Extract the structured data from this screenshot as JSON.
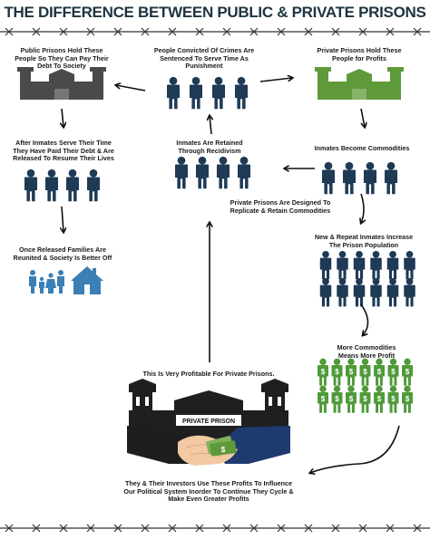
{
  "title": "THE DIFFERENCE BETWEEN PUBLIC & PRIVATE PRISONS",
  "labels": {
    "public_prison": "Public Prisons Hold These People So They Can Pay Their Debt To Society",
    "convicted": "People Convicted Of Crimes Are Sentenced To Serve Time As Punishment",
    "private_prison": "Private Prisons Hold These People for Profits",
    "after_serve": "After Inmates Serve Their Time They Have Paid Their Debt & Are Released To Resume Their Lives",
    "retained": "Inmates Are Retained Through Recidivism",
    "commodities": "Inmates Become Commodities",
    "designed": "Private Prisons Are Designed To Replicate & Retain Commodities",
    "families": "Once Released Families Are Reunited & Society Is Better Off",
    "new_repeat": "New & Repeat Inmates Increase The Prison Population",
    "more_commodities": "More Commodities Means More Profit",
    "profitable": "This Is Very Profitable For Private Prisons.",
    "sign": "PRIVATE PRISON",
    "investors": "They & Their Investors Use These Profits To Influence Our Political System Inorder To Continue They Cycle & Make Even Greater Profits"
  },
  "colors": {
    "navy": "#1e3a55",
    "public_prison": "#4a4a4a",
    "private_prison": "#5f9a3a",
    "money_green": "#4f9a3a",
    "family_blue": "#3a7fb5",
    "arrow": "#111111"
  },
  "icons": {
    "barbed_wire": "barbed-wire-icon",
    "person": "person-icon",
    "dollar_person": "dollar-person-icon",
    "prison": "prison-icon",
    "handshake": "handshake-icon",
    "house": "house-icon",
    "family": "family-icon"
  }
}
